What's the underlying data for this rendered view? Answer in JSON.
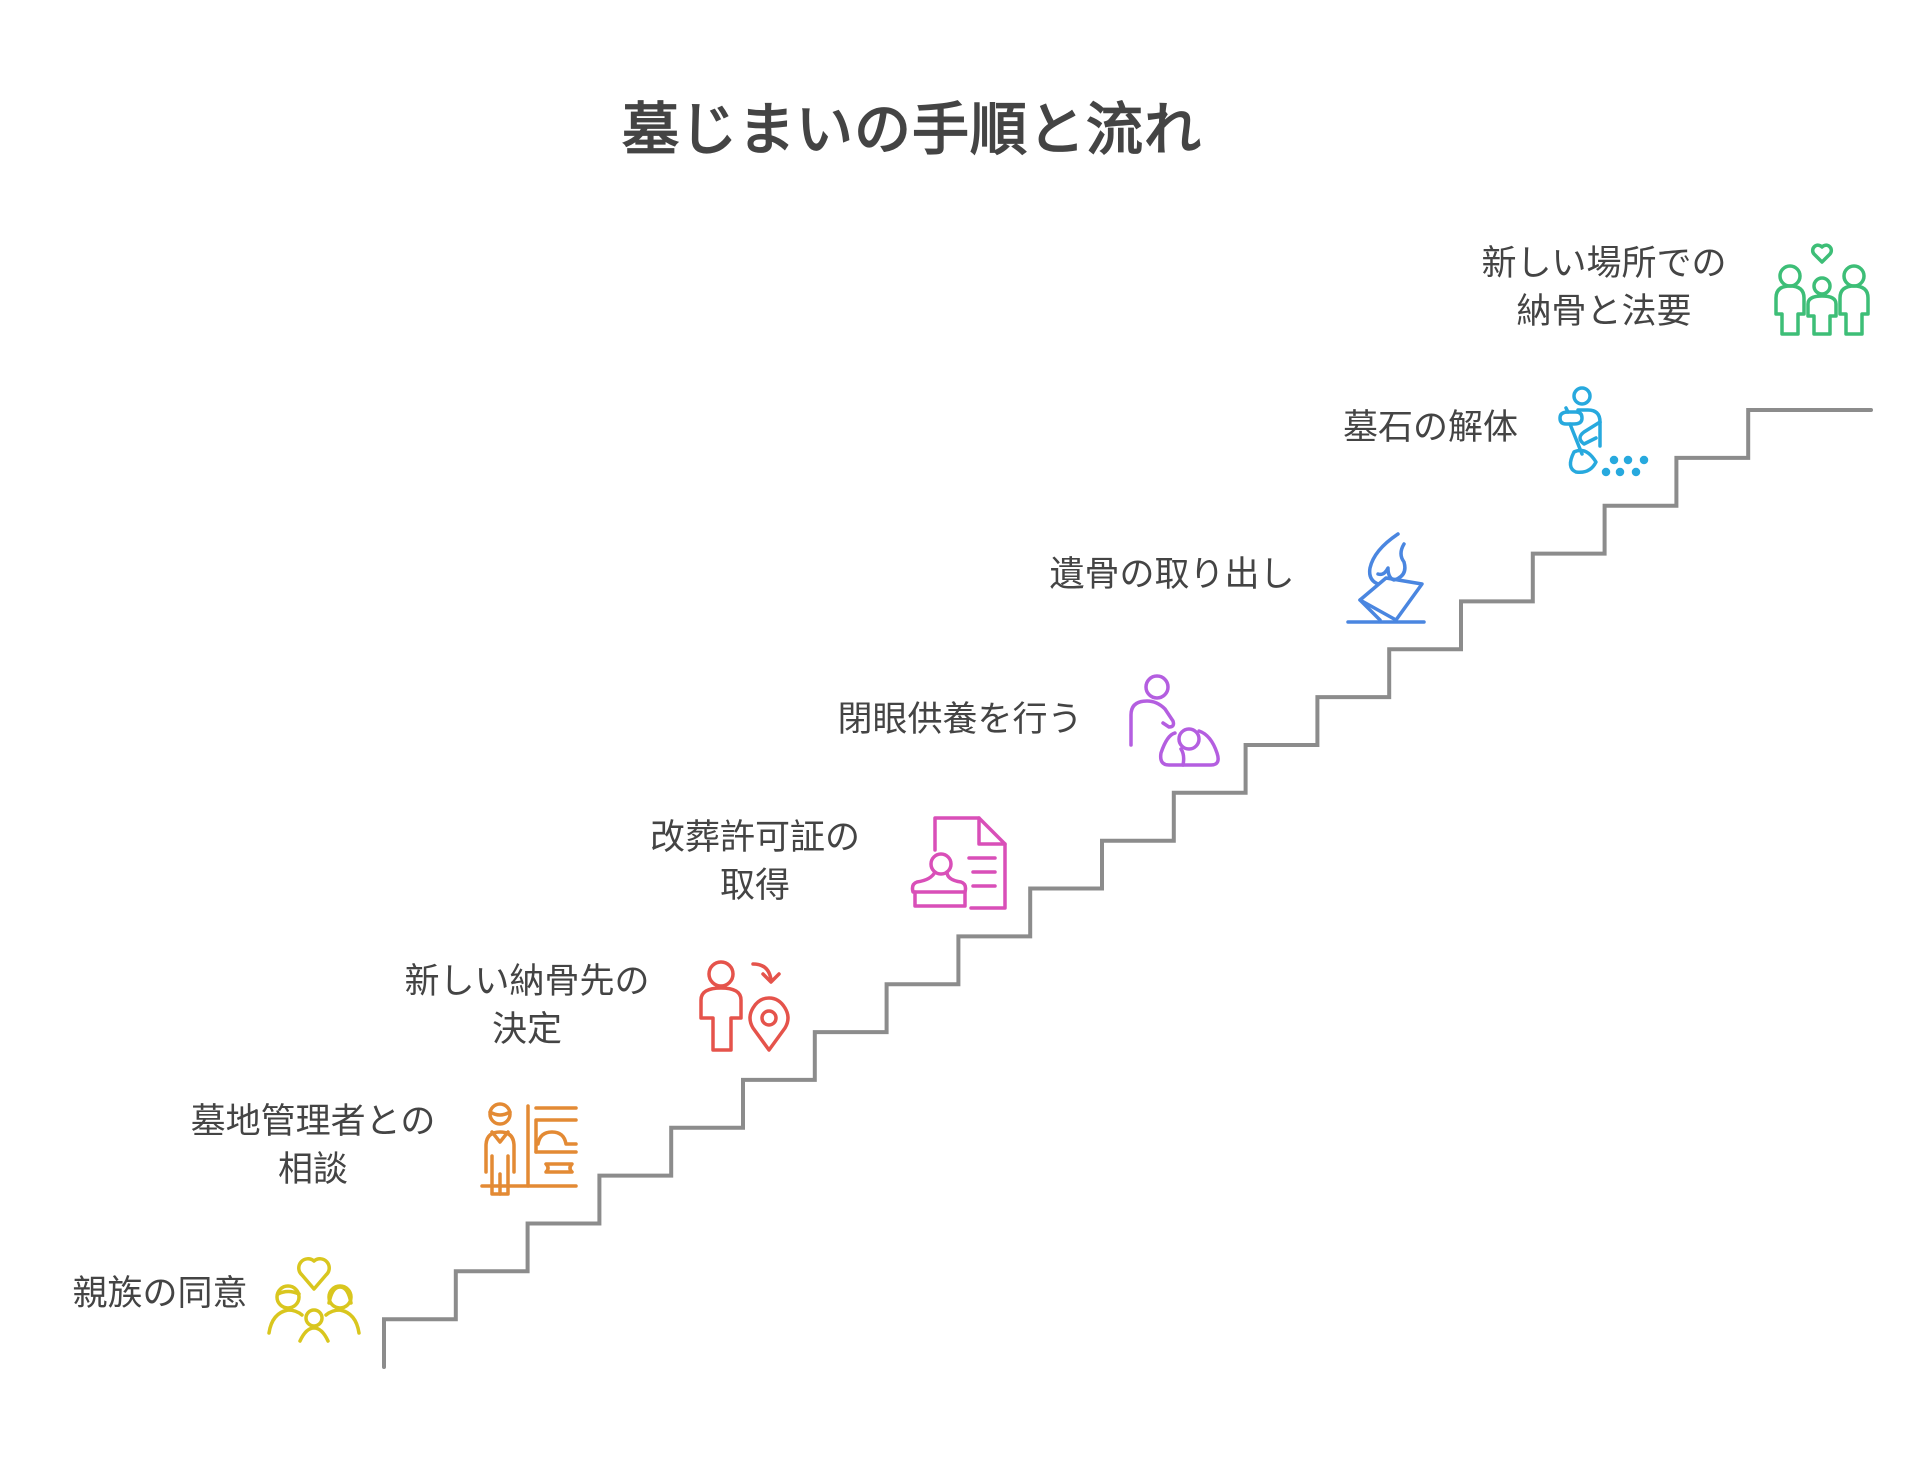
{
  "title": "墓じまいの手順と流れ",
  "stair_color": "#8c8c8c",
  "steps": [
    {
      "order": 1,
      "lines": [
        "親族の同意"
      ],
      "icon": "family-heart-icon",
      "color": "#D9C61E"
    },
    {
      "order": 2,
      "lines": [
        "墓地管理者との",
        "相談"
      ],
      "icon": "cemetery-staff-icon",
      "color": "#E38A34"
    },
    {
      "order": 3,
      "lines": [
        "新しい納骨先の",
        "決定"
      ],
      "icon": "person-location-pin-icon",
      "color": "#E5534B"
    },
    {
      "order": 4,
      "lines": [
        "改葬許可証の",
        "取得"
      ],
      "icon": "stamp-document-icon",
      "color": "#D94FB8"
    },
    {
      "order": 5,
      "lines": [
        "閉眼供養を行う"
      ],
      "icon": "memorial-service-icon",
      "color": "#B45EE0"
    },
    {
      "order": 6,
      "lines": [
        "遺骨の取り出し"
      ],
      "icon": "urn-removal-icon",
      "color": "#4A86E0"
    },
    {
      "order": 7,
      "lines": [
        "墓石の解体"
      ],
      "icon": "worker-demolition-icon",
      "color": "#27A9DE"
    },
    {
      "order": 8,
      "lines": [
        "新しい場所での",
        "納骨と法要"
      ],
      "icon": "family-gathering-icon",
      "color": "#3DBE77"
    }
  ]
}
